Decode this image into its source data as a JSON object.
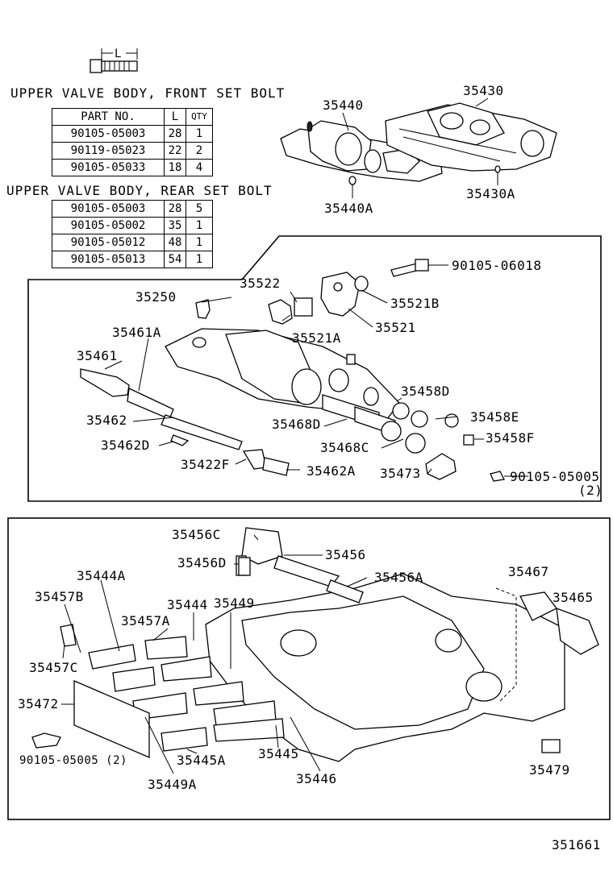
{
  "front_bolt": {
    "dim_label": "L",
    "title": "UPPER VALVE BODY, FRONT SET BOLT",
    "headers": [
      "PART NO.",
      "L",
      "QTY"
    ],
    "rows": [
      [
        "90105-05003",
        "28",
        "1"
      ],
      [
        "90119-05023",
        "22",
        "2"
      ],
      [
        "90105-05033",
        "18",
        "4"
      ]
    ]
  },
  "rear_bolt": {
    "title": "UPPER VALVE BODY, REAR SET BOLT",
    "rows": [
      [
        "90105-05003",
        "28",
        "5"
      ],
      [
        "90105-05002",
        "35",
        "1"
      ],
      [
        "90105-05012",
        "48",
        "1"
      ],
      [
        "90105-05013",
        "54",
        "1"
      ]
    ]
  },
  "top_labels": {
    "p35440": "35440",
    "p35430": "35430",
    "p35440A": "35440A",
    "p35430A": "35430A"
  },
  "middle_labels": {
    "p90105_06018": "90105-06018",
    "p35522": "35522",
    "p35250": "35250",
    "p35521B": "35521B",
    "p35521A": "35521A",
    "p35521": "35521",
    "p35461A": "35461A",
    "p35461": "35461",
    "p35458D": "35458D",
    "p35462": "35462",
    "p35468D": "35468D",
    "p35458E": "35458E",
    "p35462D": "35462D",
    "p35468C": "35468C",
    "p35458F": "35458F",
    "p35422F": "35422F",
    "p35462A": "35462A",
    "p35473": "35473",
    "p90105_05005": "90105-05005",
    "p90105_05005_qty": "(2)"
  },
  "bottom_labels": {
    "p35456C": "35456C",
    "p35456": "35456",
    "p35456D": "35456D",
    "p35444A": "35444A",
    "p35456A": "35456A",
    "p35467": "35467",
    "p35457B": "35457B",
    "p35444": "35444",
    "p35449": "35449",
    "p35465": "35465",
    "p35457A": "35457A",
    "p35457C": "35457C",
    "p35472": "35472",
    "p90105_05005_2": "90105-05005 (2)",
    "p35445A": "35445A",
    "p35445": "35445",
    "p35479": "35479",
    "p35446": "35446",
    "p35449A": "35449A"
  },
  "diagram_id": "351661"
}
